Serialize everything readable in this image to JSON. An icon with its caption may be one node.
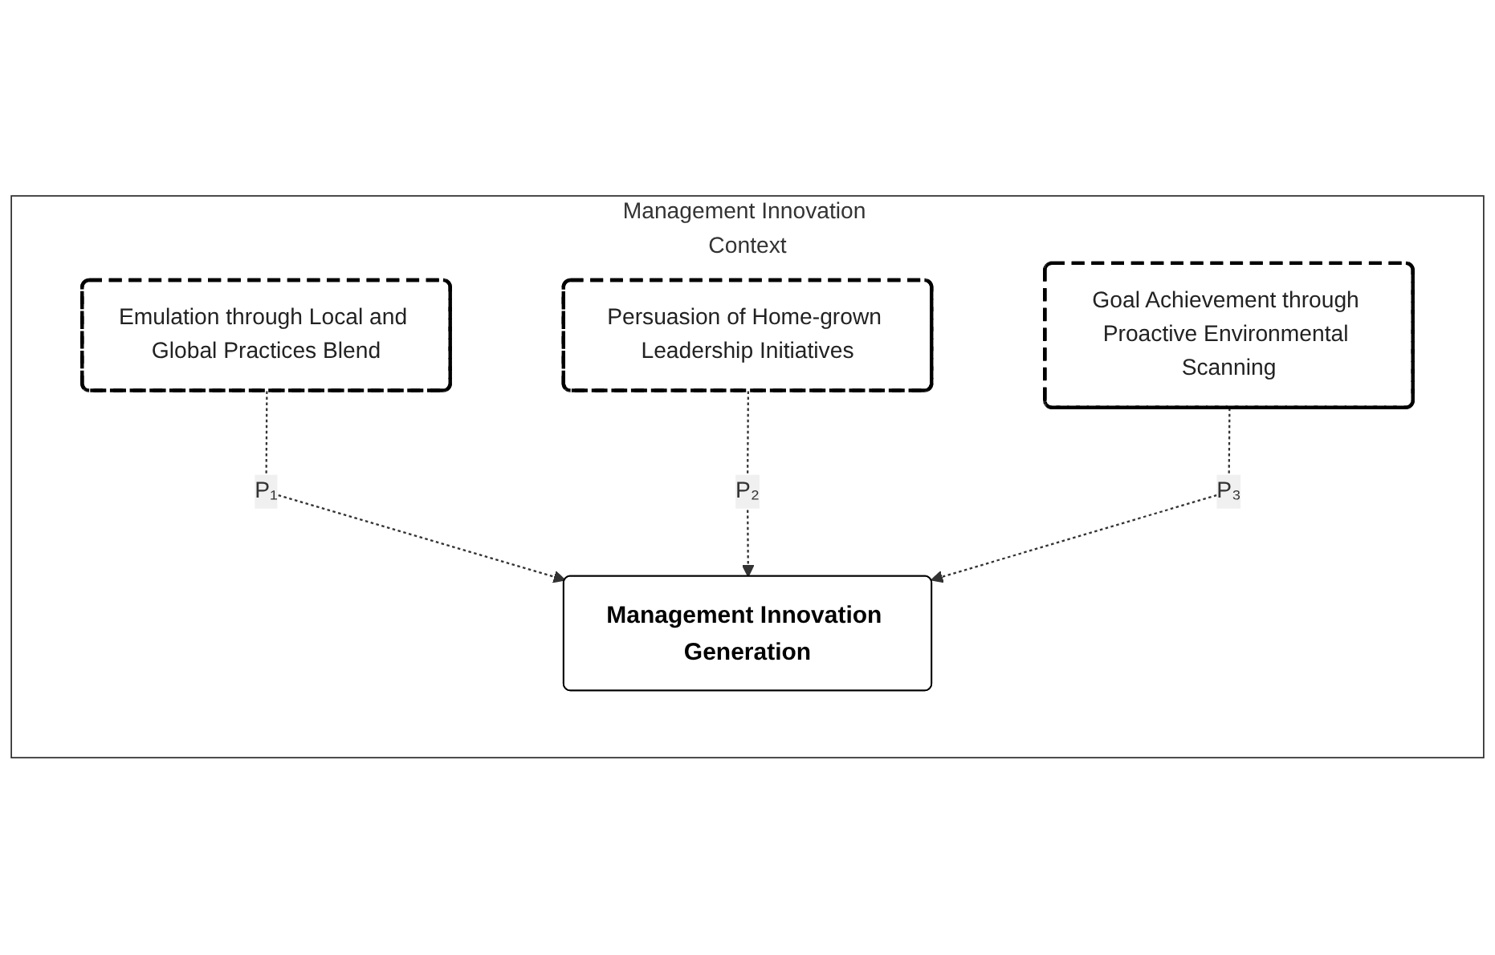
{
  "diagram": {
    "nodes": [
      {
        "text": [
          "Management Innovation Context"
        ]
      },
      {
        "text": [
          "Emulation through Local and Global Practices Blend"
        ],
        "in": 0
      },
      {
        "text": [
          "Persuasion of Home-grown Leadership Initiatives"
        ],
        "in": 0
      },
      {
        "text": [
          "Management Innovation Generation"
        ],
        "in": 0
      },
      {
        "text": [
          "Goal Achievement through Proactive Environmental Scanning"
        ],
        "in": 0
      }
    ],
    "edges": [
      {
        "from": 1,
        "to": 3,
        "arrow": "to",
        "style": "dashed",
        "label": "P₁"
      },
      {
        "from": 2,
        "to": 3,
        "arrow": "to",
        "style": "dashed",
        "label": "P₂"
      },
      {
        "from": 4,
        "to": 3,
        "arrow": "to",
        "style": "dashed",
        "label": "P₃"
      }
    ]
  }
}
